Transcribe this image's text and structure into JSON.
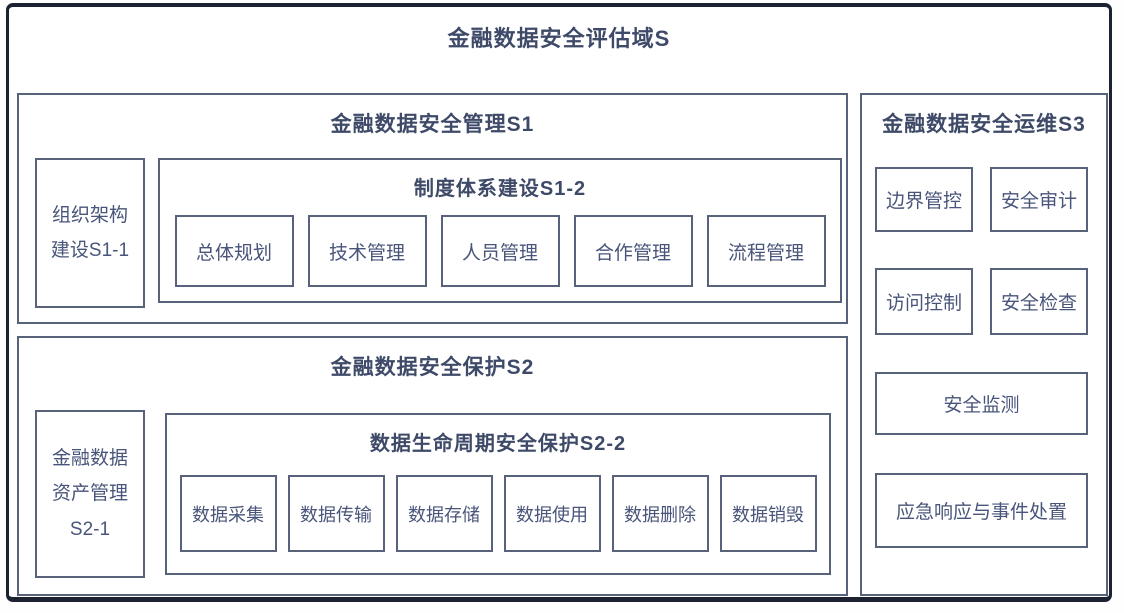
{
  "title": "金融数据安全评估域S",
  "colors": {
    "outer_border": "#1c2232",
    "box_border": "#59627b",
    "title_text": "#3e4a68",
    "leaf_text": "#49557a",
    "background": "#ffffff"
  },
  "s1": {
    "title": "金融数据安全管理S1",
    "left_label": "组织架构\n建设S1-1",
    "s12": {
      "title": "制度体系建设S1-2",
      "items": [
        "总体规划",
        "技术管理",
        "人员管理",
        "合作管理",
        "流程管理"
      ]
    }
  },
  "s2": {
    "title": "金融数据安全保护S2",
    "left_label": "金融数据\n资产管理\nS2-1",
    "s22": {
      "title": "数据生命周期安全保护S2-2",
      "items": [
        "数据采集",
        "数据传输",
        "数据存储",
        "数据使用",
        "数据删除",
        "数据销毁"
      ]
    }
  },
  "s3": {
    "title": "金融数据安全运维S3",
    "rows": [
      [
        "边界管控",
        "安全审计"
      ],
      [
        "访问控制",
        "安全检查"
      ],
      [
        "安全监测"
      ],
      [
        "应急响应与事件处置"
      ]
    ]
  }
}
